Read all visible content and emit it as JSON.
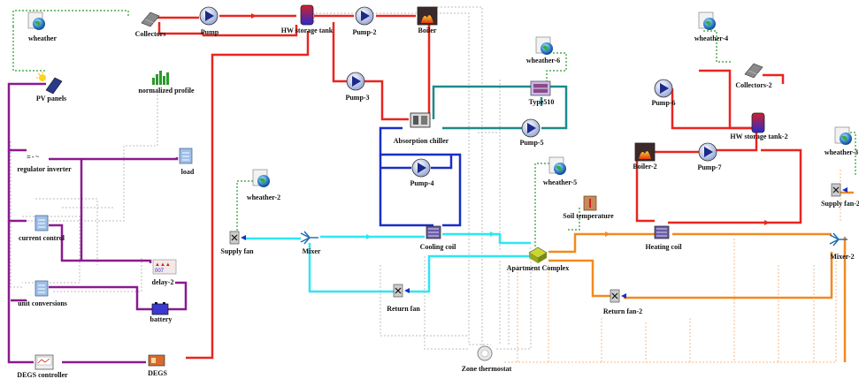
{
  "components": {
    "wheather": "wheather",
    "collectors": "Collectors",
    "pump": "Pump",
    "hw_storage_tank": "HW storage tank",
    "pump_2": "Pump-2",
    "boiler": "Boiler",
    "pv_panels": "PV panels",
    "normalized_profile": "normalized profile",
    "wheather_6": "wheather-6",
    "pump_3": "Pump-3",
    "type510": "Type510",
    "absorption_chiller": "Absorption chiller",
    "pump_5": "Pump-5",
    "wheather_4": "wheather-4",
    "collectors_2": "Collectors-2",
    "pump_6": "Pump-6",
    "hw_storage_tank_2": "HW storage tank-2",
    "regulator_inverter": "regulator inverter",
    "load": "load",
    "pump_4": "Pump-4",
    "boiler_2": "Boiler-2",
    "pump_7": "Pump-7",
    "wheather_3": "wheather-3",
    "wheather_2": "wheather-2",
    "wheather_5": "wheather-5",
    "supply_fan_2": "Supply fan-2",
    "soil_temperature": "Soil temperature",
    "current_control": "current control",
    "supply_fan": "Supply fan",
    "mixer": "Mixer",
    "cooling_coil": "Cooling coil",
    "heating_coil": "Heating coil",
    "mixer_2": "Mixer-2",
    "apartment_complex": "Apartment Complex",
    "delay_2": "delay-2",
    "unit_conversions": "unit conversions",
    "return_fan": "Return fan",
    "return_fan_2": "Return fan-2",
    "battery": "battery",
    "degs_controller": "DEGS controller",
    "degs": "DEGS",
    "zone_thermostat": "Zone thermostat"
  },
  "icon_glyphs": {
    "delay": "007"
  },
  "colors": {
    "hot_water": "#e8251f",
    "chilled_water": "#1a2fc4",
    "cooling_water": "#1e8a8a",
    "supply_air": "#2ee6f2",
    "warm_air": "#f28a1e",
    "electric": "#8b1a8f",
    "weather_signal": "#2a9a2a",
    "control_signal": "#b8b8b8"
  }
}
